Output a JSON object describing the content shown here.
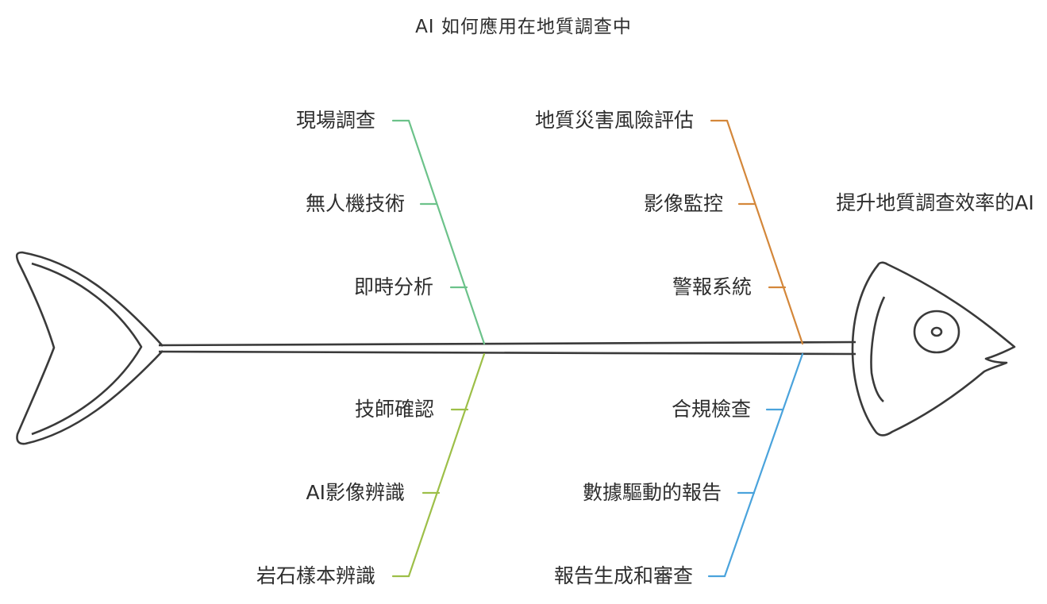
{
  "title": "AI 如何應用在地質調查中",
  "outcome": "提升地質調查效率的AI",
  "colors": {
    "outline": "#3a3a3a",
    "green": "#6cc28a",
    "orange": "#d4873a",
    "olive": "#9dbf48",
    "blue": "#4aa3dc"
  },
  "branches": {
    "top_left": {
      "color": "green",
      "causes": [
        "現場調查",
        "無人機技術",
        "即時分析"
      ]
    },
    "top_right": {
      "color": "orange",
      "causes": [
        "地質災害風險評估",
        "影像監控",
        "警報系統"
      ]
    },
    "bottom_left": {
      "color": "olive",
      "causes": [
        "技師確認",
        "AI影像辨識",
        "岩石樣本辨識"
      ]
    },
    "bottom_right": {
      "color": "blue",
      "causes": [
        "合規檢查",
        "數據驅動的報告",
        "報告生成和審查"
      ]
    }
  }
}
